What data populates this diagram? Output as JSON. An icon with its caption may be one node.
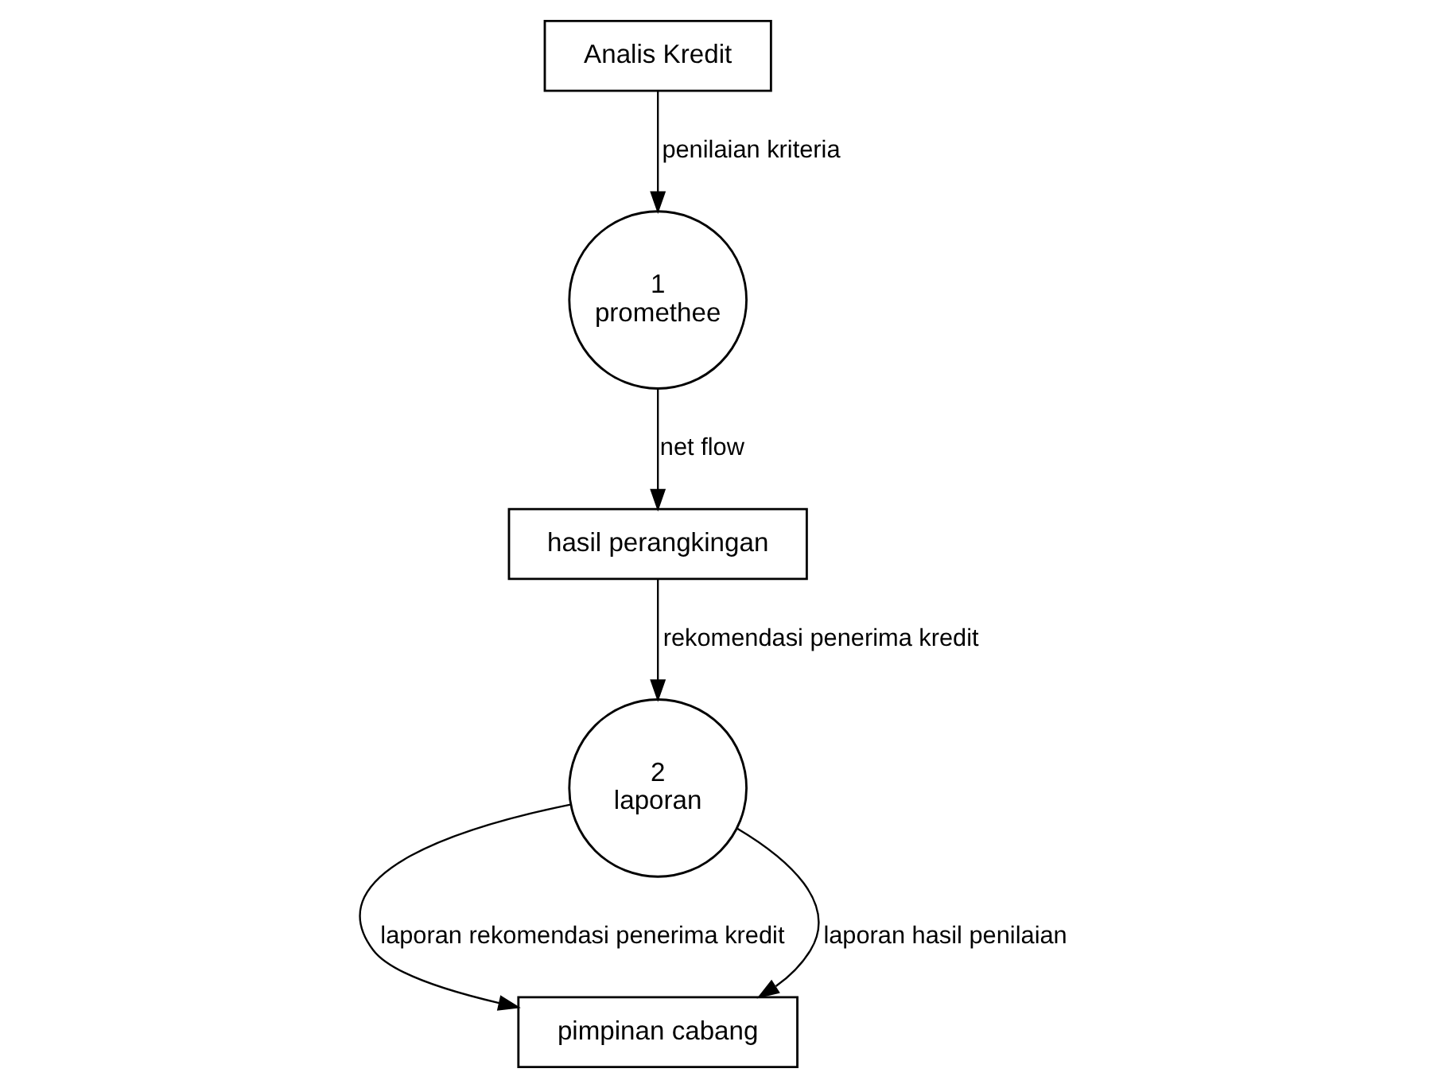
{
  "diagram": {
    "nodes": [
      {
        "text": [
          "pimpinan cabang"
        ]
      },
      {
        "text": [
          "Analis Kredit"
        ]
      },
      {
        "text": [
          "1",
          "promethee"
        ]
      },
      {
        "text": [
          "2",
          "laporan"
        ]
      },
      {
        "text": [
          "hasil perangkingan"
        ]
      }
    ],
    "edges": [
      {
        "from": 1,
        "to": 2,
        "arrow": "to",
        "label": "penilaian kriteria"
      },
      {
        "from": 2,
        "to": 4,
        "arrow": "to",
        "label": "net flow"
      },
      {
        "from": 4,
        "to": 3,
        "arrow": "to",
        "label": "rekomendasi penerima kredit"
      },
      {
        "from": 3,
        "to": 0,
        "arrow": "to",
        "label": "laporan rekomendasi penerima kredit"
      },
      {
        "from": 3,
        "to": 0,
        "arrow": "to",
        "label": "laporan hasil penilaian"
      }
    ]
  }
}
